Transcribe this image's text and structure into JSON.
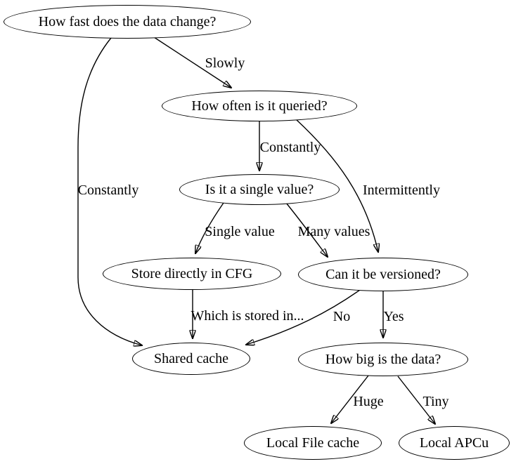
{
  "diagram": {
    "type": "decision-flowchart",
    "topic": "caching decision tree",
    "colors": {
      "background": "#ffffff",
      "node_fill": "#ffffff",
      "stroke": "#000000",
      "text": "#000000"
    },
    "nodes": [
      {
        "id": "how-fast",
        "label": "How fast does the data change?"
      },
      {
        "id": "how-often",
        "label": "How often is it queried?"
      },
      {
        "id": "single-value",
        "label": "Is it a single value?"
      },
      {
        "id": "store-cfg",
        "label": "Store directly in CFG"
      },
      {
        "id": "versioned",
        "label": "Can it be versioned?"
      },
      {
        "id": "shared-cache",
        "label": "Shared cache"
      },
      {
        "id": "how-big",
        "label": "How big is the data?"
      },
      {
        "id": "local-file",
        "label": "Local File cache"
      },
      {
        "id": "local-apcu",
        "label": "Local APCu"
      }
    ],
    "edges": [
      {
        "from": "how-fast",
        "to": "how-often",
        "label": "Slowly"
      },
      {
        "from": "how-fast",
        "to": "shared-cache",
        "label": "Constantly"
      },
      {
        "from": "how-often",
        "to": "single-value",
        "label": "Constantly"
      },
      {
        "from": "how-often",
        "to": "versioned",
        "label": "Intermittently"
      },
      {
        "from": "single-value",
        "to": "store-cfg",
        "label": "Single value"
      },
      {
        "from": "single-value",
        "to": "versioned",
        "label": "Many values"
      },
      {
        "from": "store-cfg",
        "to": "shared-cache",
        "label": "Which is stored in..."
      },
      {
        "from": "versioned",
        "to": "shared-cache",
        "label": "No"
      },
      {
        "from": "versioned",
        "to": "how-big",
        "label": "Yes"
      },
      {
        "from": "how-big",
        "to": "local-file",
        "label": "Huge"
      },
      {
        "from": "how-big",
        "to": "local-apcu",
        "label": "Tiny"
      }
    ]
  }
}
